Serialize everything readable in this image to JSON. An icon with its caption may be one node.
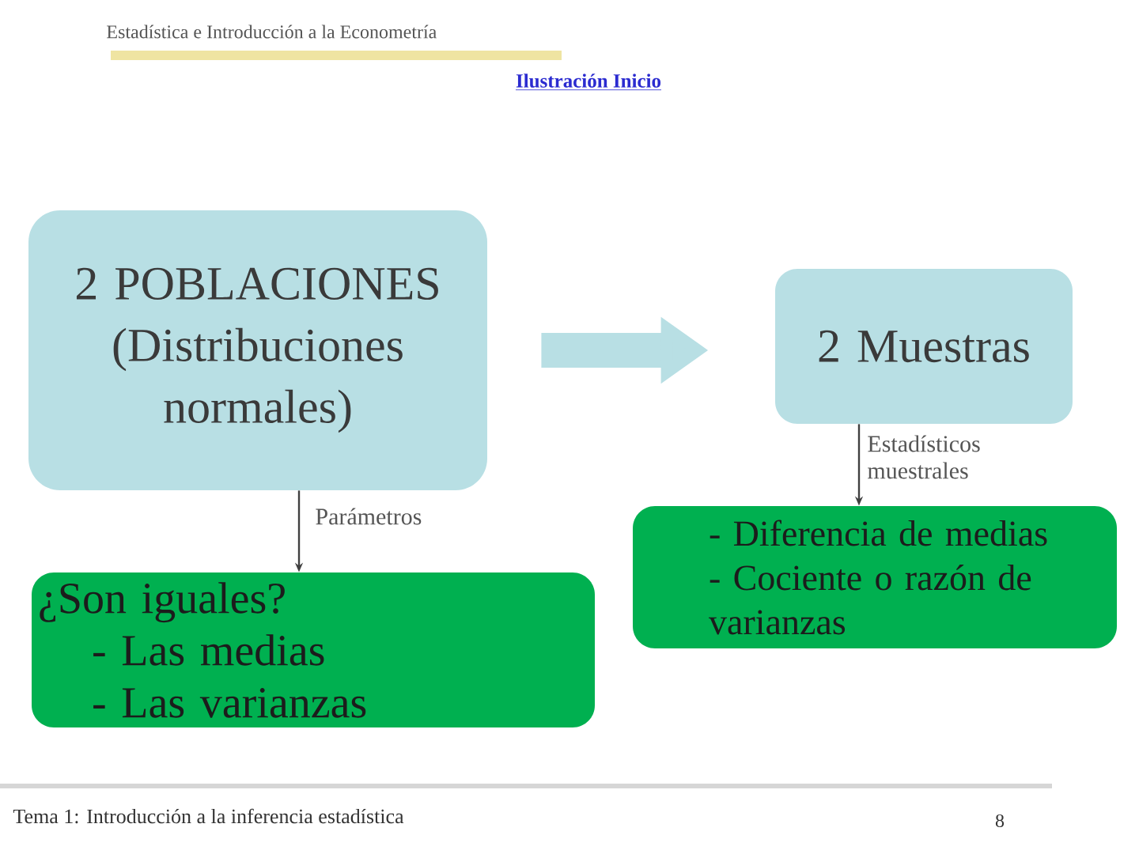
{
  "diagram": {
    "nodes": [
      {
        "text": [
          "2 POBLACIONES",
          "(Distribuciones normales)"
        ]
      },
      {
        "text": [
          "2 Muestras"
        ]
      },
      {
        "text": [
          "¿Son iguales?",
          "- Las medias",
          "- Las varianzas"
        ]
      },
      {
        "text": [
          "- Diferencia de medias",
          "- Cociente o razón de varianzas"
        ]
      }
    ],
    "edges": [
      {
        "from": 0,
        "to": 1,
        "arrow": "to",
        "style": "thick",
        "color": "#b8dfe4"
      },
      {
        "from": 0,
        "to": 2,
        "arrow": "to",
        "label": "Parámetros"
      },
      {
        "from": 1,
        "to": 3,
        "arrow": "to",
        "label": "Estadísticos muestrales"
      }
    ],
    "labels": [
      "Estadística e Introducción a la Econometría",
      "Ilustración Inicio",
      "Tema 1: Introducción a la inferencia estadística",
      "8"
    ]
  }
}
